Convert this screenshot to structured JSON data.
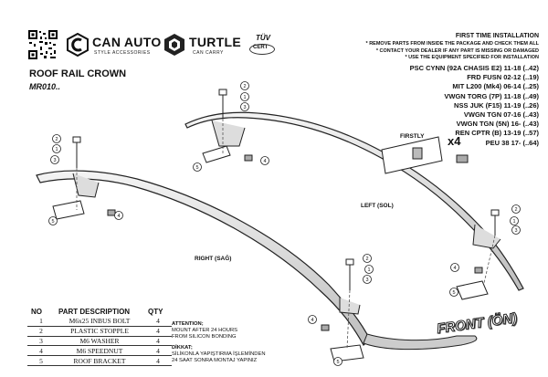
{
  "logos": {
    "can_auto": "CAN AUTO",
    "can_auto_sub": "STYLE ACCESSORIES",
    "turtle": "TURTLE",
    "turtle_sub": "CAN CARRY",
    "tuv": "TÜV",
    "tuv_sub": "CERT"
  },
  "product": {
    "title": "ROOF RAIL CROWN",
    "code": "MR010.."
  },
  "first_time": {
    "heading": "FIRST TIME INSTALLATION",
    "lines": [
      "* REMOVE PARTS FROM INSIDE THE PACKAGE AND CHECK THEM ALL",
      "* CONTACT YOUR DEALER IF ANY PART IS MISSING OR DAMAGED",
      "* USE THE EQUIPMENT SPECIFIED FOR INSTALLATION"
    ]
  },
  "models": [
    "PSC CYNN (92A CHASIS E2) 11-18 (..42)",
    "FRD FUSN 02-12 (..19)",
    "MIT L200 (Mk4) 06-14 (..25)",
    "VWGN TORG (7P) 11-18 (..49)",
    "NSS JUK (F15) 11-19 (..26)",
    "VWGN TGN 07-16 (..43)",
    "VWGN TGN (5N) 16- (..43)",
    "REN CPTR (B) 13-19 (..57)",
    "PEU 38 17- (..64)"
  ],
  "diagram": {
    "firstly": "FIRSTLY",
    "x4": "x4",
    "left": "LEFT (SOL)",
    "right": "RIGHT (SAĞ)",
    "front": "FRONT (ÖN)",
    "callouts": [
      "1",
      "2",
      "3",
      "4",
      "5"
    ]
  },
  "parts": {
    "headers": [
      "NO",
      "PART DESCRIPTION",
      "QTY"
    ],
    "rows": [
      [
        "1",
        "M6x25 INBUS BOLT",
        "4"
      ],
      [
        "2",
        "PLASTIC STOPPLE",
        "4"
      ],
      [
        "3",
        "M6 WASHER",
        "4"
      ],
      [
        "4",
        "M6 SPEEDNUT",
        "4"
      ],
      [
        "5",
        "ROOF BRACKET",
        "4"
      ]
    ]
  },
  "attention": {
    "heading": "ATTENTION;",
    "lines": [
      "MOUNT AFTER 24 HOURS",
      "FROM SILICON BONDING"
    ],
    "heading_tr": "DİKKAT;",
    "lines_tr": [
      "SİLİKONLA YAPIŞTIRMA İŞLEMİNDEN",
      "24 SAAT SONRA MONTAJ YAPINIZ"
    ]
  }
}
